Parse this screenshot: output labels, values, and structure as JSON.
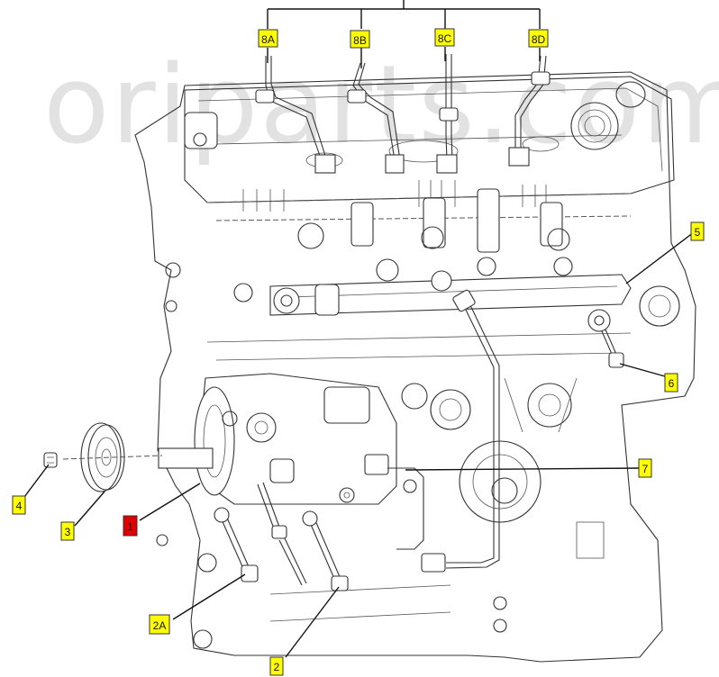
{
  "watermark": "oriparts.com",
  "colors": {
    "callout_fill": "#ffff00",
    "highlight_fill": "#e00000",
    "line": "#111111",
    "watermark": "#d9d9d9"
  },
  "callouts": [
    {
      "id": "1",
      "label": "1",
      "highlight": true
    },
    {
      "id": "2",
      "label": "2"
    },
    {
      "id": "2A",
      "label": "2A"
    },
    {
      "id": "3",
      "label": "3"
    },
    {
      "id": "4",
      "label": "4"
    },
    {
      "id": "5",
      "label": "5"
    },
    {
      "id": "6",
      "label": "6"
    },
    {
      "id": "7",
      "label": "7"
    },
    {
      "id": "8A",
      "label": "8A"
    },
    {
      "id": "8B",
      "label": "8B"
    },
    {
      "id": "8C",
      "label": "8C"
    },
    {
      "id": "8D",
      "label": "8D"
    }
  ]
}
